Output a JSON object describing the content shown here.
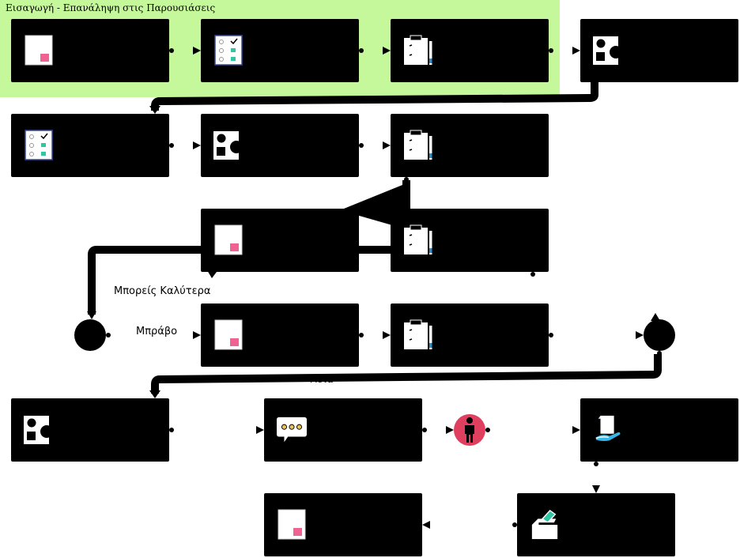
{
  "group": {
    "title": "Εισαγωγή - Επανάληψη στις Παρουσιάσεις"
  },
  "labels": {
    "better": "Μπορείς Καλύτερα",
    "bravo": "Μπράβο",
    "next": "Μετά"
  },
  "colors": {
    "group_background": "#c5f79b",
    "accent_pink": "#f06292",
    "accent_teal": "#2fc6a3",
    "person_badge": "#e0405f"
  },
  "icons": {
    "slide": "slide-icon",
    "checklist": "checklist-icon",
    "clipboard": "clipboard-pencil-icon",
    "shapes": "shapes-icon",
    "speech": "speech-bubble-icon",
    "person": "person-icon",
    "hand_document": "hand-document-icon",
    "ballot": "ballot-box-icon"
  }
}
